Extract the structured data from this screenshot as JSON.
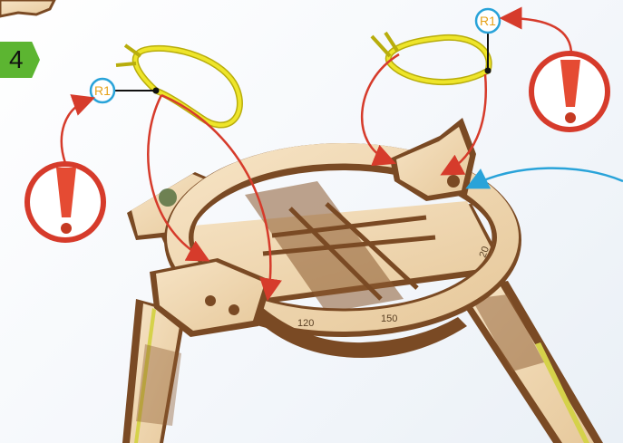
{
  "step": {
    "number": "4",
    "badge_color": "#5cb531"
  },
  "parts": [
    {
      "id": "left",
      "label": "R1"
    },
    {
      "id": "right",
      "label": "R1"
    }
  ],
  "scale_labels": [
    "120",
    "150",
    "20"
  ],
  "colors": {
    "arrow_red": "#d63b2b",
    "arrow_blue": "#29a3d9",
    "rubber_band": "#e8e21a",
    "wood_light": "#f0d9b5",
    "wood_dark": "#7a4a24",
    "label_ring": "#29a3d9",
    "label_text": "#e5a21a"
  },
  "icons": [
    "exclamation-warning-icon",
    "rubber-band-icon",
    "part-label-r1-icon"
  ]
}
